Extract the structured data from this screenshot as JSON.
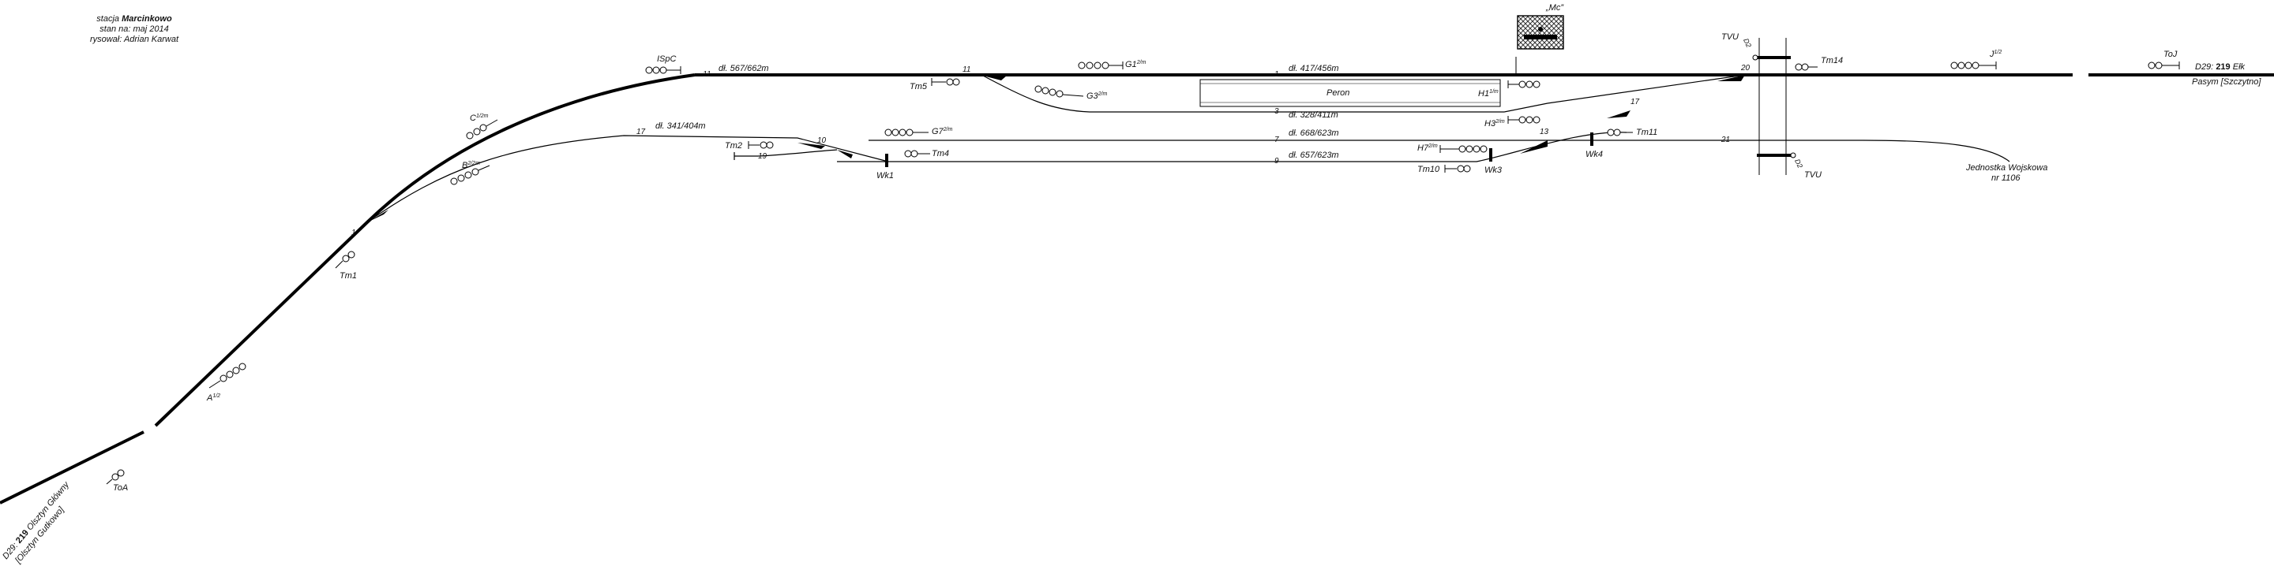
{
  "header": {
    "station_prefix": "stacja",
    "station_name": "Marcinkowo",
    "status": "stan na: maj 2014",
    "author": "rysował: Adrian Karwat"
  },
  "building": {
    "label": "„Mc”"
  },
  "platform": {
    "label": "Peron"
  },
  "tracks": {
    "t1": {
      "num": "1",
      "length": "dł. 417/456m"
    },
    "t11": {
      "num": "11",
      "length": "dł. 567/662m"
    },
    "t3": {
      "num": "3",
      "length": "dł. 328/411m"
    },
    "t17": {
      "num": "17",
      "length": "dł. 341/404m"
    },
    "t7": {
      "num": "7",
      "length": "dł. 668/623m"
    },
    "t9": {
      "num": "9",
      "length": "dł. 657/623m"
    },
    "t19": {
      "num": "19"
    },
    "t21": {
      "num": "21"
    }
  },
  "switches": {
    "s1": "1",
    "s10": "10",
    "s11": "11",
    "s13": "13",
    "s17": "17",
    "s20": "20"
  },
  "signals": {
    "ispc": "ISpC",
    "c": "C",
    "c_sup": "1/2m",
    "b": "B",
    "b_sup": "2/2m",
    "a": "A",
    "a_sup": "1/2",
    "g1": "G1",
    "g1_sup": "2/m",
    "g3": "G3",
    "g3_sup": "2/m",
    "g7": "G7",
    "g7_sup": "2/m",
    "h1": "H1",
    "h1_sup": "1/m",
    "h3": "H3",
    "h3_sup": "2/m",
    "h7": "H7",
    "h7_sup": "2/m",
    "j": "J",
    "j_sup": "1/2",
    "toj": "ToJ",
    "toa": "ToA"
  },
  "shunting": {
    "tm1": "Tm1",
    "tm2": "Tm2",
    "tm4": "Tm4",
    "tm5": "Tm5",
    "tm10": "Tm10",
    "tm11": "Tm11",
    "tm14": "Tm14"
  },
  "derailers": {
    "wk1": "Wk1",
    "wk3": "Wk3",
    "wk4": "Wk4"
  },
  "crossing": {
    "tvu_top": "TVU",
    "tvu_bottom": "TVU",
    "code_top": "D2",
    "code_bottom": "D2"
  },
  "siding": {
    "line1": "Jednostka Wojskowa",
    "line2": "nr 1106"
  },
  "directions": {
    "east_line": "D29:",
    "east_num": "219",
    "east_name": "Ełk",
    "east_sub": "Pasym [Szczytno]",
    "west_line": "D29:",
    "west_num": "219",
    "west_name": "Olsztyn Główny",
    "west_sub": "[Olsztyn Gutkowo]"
  },
  "colors": {
    "track": "#000000",
    "background": "#ffffff"
  }
}
